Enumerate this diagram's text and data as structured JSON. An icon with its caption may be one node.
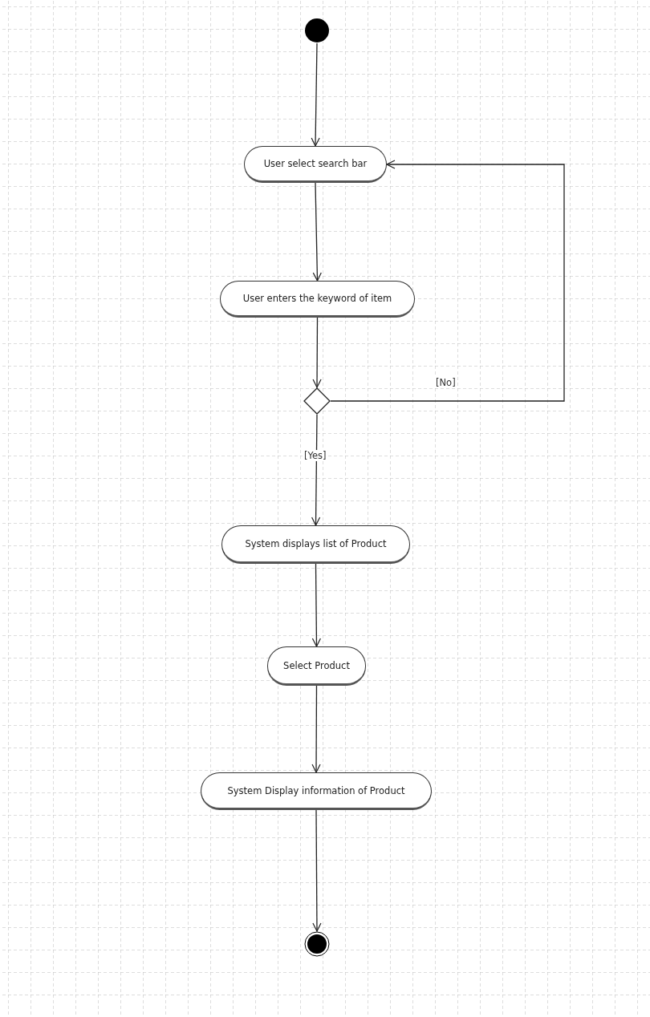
{
  "diagram": {
    "nodes": [
      {
        "text": [],
        "shape": "circle"
      },
      {
        "text": [
          "User select search bar"
        ]
      },
      {
        "text": [
          "User enters the keyword of item"
        ]
      },
      {
        "text": [],
        "shape": "diamond"
      },
      {
        "text": [
          "System displays list of Product"
        ]
      },
      {
        "text": [
          "Select Product"
        ]
      },
      {
        "text": [
          "System Display information of Product"
        ]
      },
      {
        "text": [],
        "shape": "end-circle"
      }
    ],
    "edges": [
      {
        "from": 0,
        "to": 1,
        "arrow": "to"
      },
      {
        "from": 1,
        "to": 2,
        "arrow": "to"
      },
      {
        "from": 2,
        "to": 3,
        "arrow": "to"
      },
      {
        "from": 3,
        "to": 1,
        "arrow": "to",
        "label": "[No]"
      },
      {
        "from": 3,
        "to": 4,
        "arrow": "to",
        "label": "[Yes]"
      },
      {
        "from": 4,
        "to": 5,
        "arrow": "to"
      },
      {
        "from": 5,
        "to": 6,
        "arrow": "to"
      },
      {
        "from": 6,
        "to": 7,
        "arrow": "to"
      }
    ]
  }
}
